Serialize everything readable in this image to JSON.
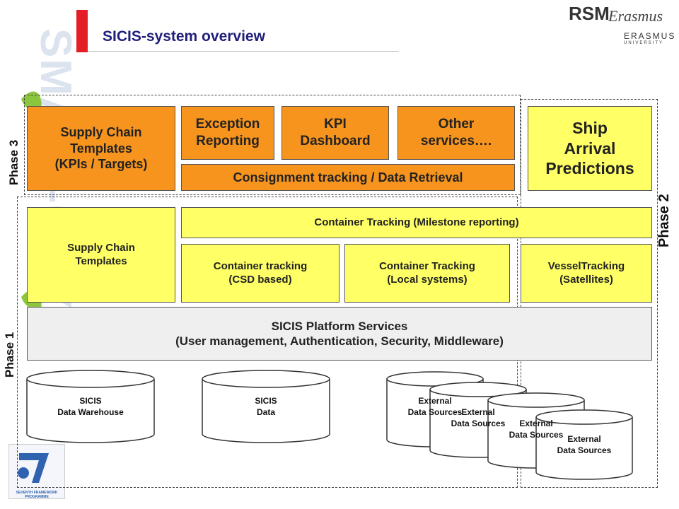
{
  "header": {
    "title": "SICIS-system overview",
    "logo_text": "RSM",
    "logo_script": "Erasmus",
    "logo_sub": "ERASMUS",
    "logo_sub2": "UNIVERSITY"
  },
  "sidebar": {
    "brand_letters": "SMART-CITY",
    "fp7_label": "SEVENTH FRAMEWORK PROGRAMME"
  },
  "phases": {
    "phase1": "Phase 1",
    "phase2": "Phase 2",
    "phase3": "Phase 3"
  },
  "boxes": {
    "sc_templates_kpi": "Supply Chain\nTemplates\n(KPIs / Targets)",
    "exception_reporting": "Exception\nReporting",
    "kpi_dashboard": "KPI\nDashboard",
    "other_services": "Other\nservices….",
    "consignment_tracking": "Consignment tracking / Data Retrieval",
    "ship_arrival": "Ship\nArrival\nPredictions",
    "sc_templates": "Supply Chain\nTemplates",
    "container_milestone": "Container  Tracking (Milestone reporting)",
    "container_csd": "Container tracking\n(CSD based)",
    "container_local": "Container Tracking\n(Local systems)",
    "vessel_tracking": "VesselTracking\n(Satellites)",
    "platform_services": "SICIS Platform Services\n(User management, Authentication, Security, Middleware)"
  },
  "databases": {
    "warehouse": "SICIS\nData Warehouse",
    "data": "SICIS\nData",
    "ext1": "External\nData Sources",
    "ext2": "External\nData Sources",
    "ext3": "External\nData Sources",
    "ext4": "External\nData Sources"
  },
  "colors": {
    "phase3_boxes": "#f7941d",
    "phase1_boxes": "#ffff66",
    "platform": "#efefef",
    "accent_red": "#e31e24"
  }
}
